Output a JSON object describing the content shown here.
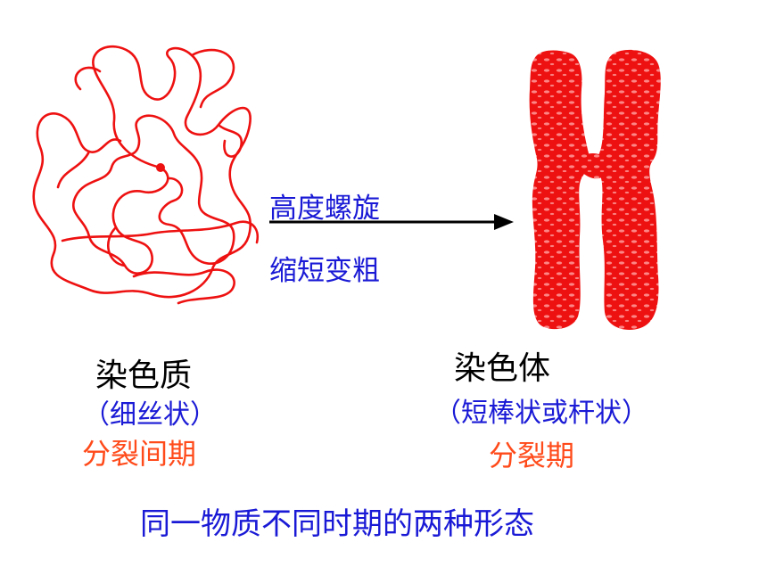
{
  "colors": {
    "figure_red": "#ee1111",
    "process_blue": "#1a1ad6",
    "phase_orange": "#ff4a1a",
    "label_black": "#000000"
  },
  "arrow": {
    "label_top": "高度螺旋",
    "label_bottom": "缩短变粗"
  },
  "left": {
    "name": "染色质",
    "shape": "（细丝状）",
    "phase": "分裂间期"
  },
  "right": {
    "name": "染色体",
    "shape": "（短棒状或杆状）",
    "phase": "分裂期"
  },
  "caption": "同一物质不同时期的两种形态"
}
